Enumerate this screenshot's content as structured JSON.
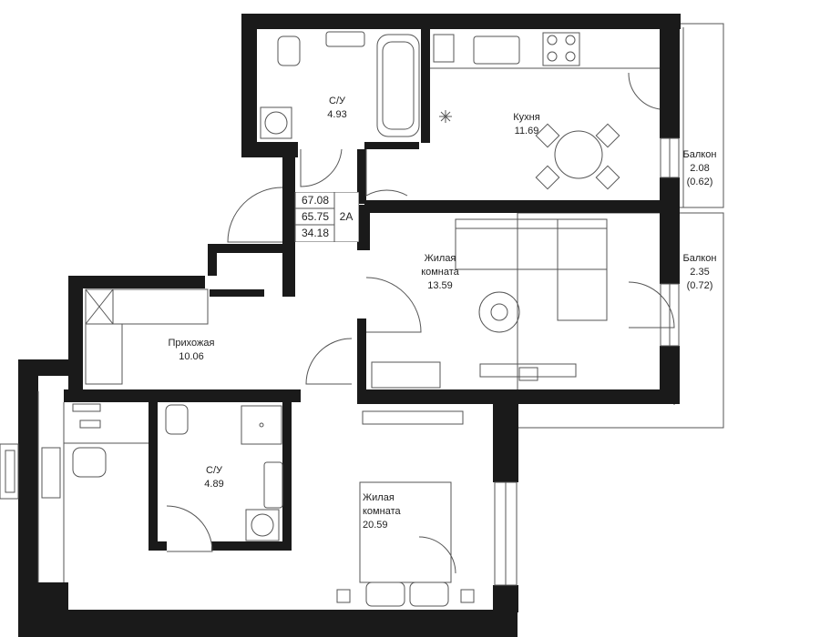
{
  "rooms": {
    "bathroom_top": {
      "name": "С/У",
      "area": "4.93"
    },
    "kitchen": {
      "name": "Кухня",
      "area": "11.69"
    },
    "balcony_top": {
      "name": "Балкон",
      "area": "2.08",
      "reduced_area": "(0.62)"
    },
    "balcony_bottom": {
      "name": "Балкон",
      "area": "2.35",
      "reduced_area": "(0.72)"
    },
    "living_room": {
      "name": "Жилая",
      "name_line2": "комната",
      "area": "13.59"
    },
    "hallway": {
      "name": "Прихожая",
      "area": "10.06"
    },
    "bathroom_bottom": {
      "name": "С/У",
      "area": "4.89"
    },
    "bedroom": {
      "name": "Жилая",
      "name_line2": "комната",
      "area": "20.59"
    }
  },
  "apartment_info": {
    "total_area": "67.08",
    "living_area_total": "65.75",
    "living_area": "34.18",
    "type": "2А"
  },
  "colors": {
    "wall": "#1a1a1a",
    "line": "#555555",
    "background": "#ffffff"
  }
}
